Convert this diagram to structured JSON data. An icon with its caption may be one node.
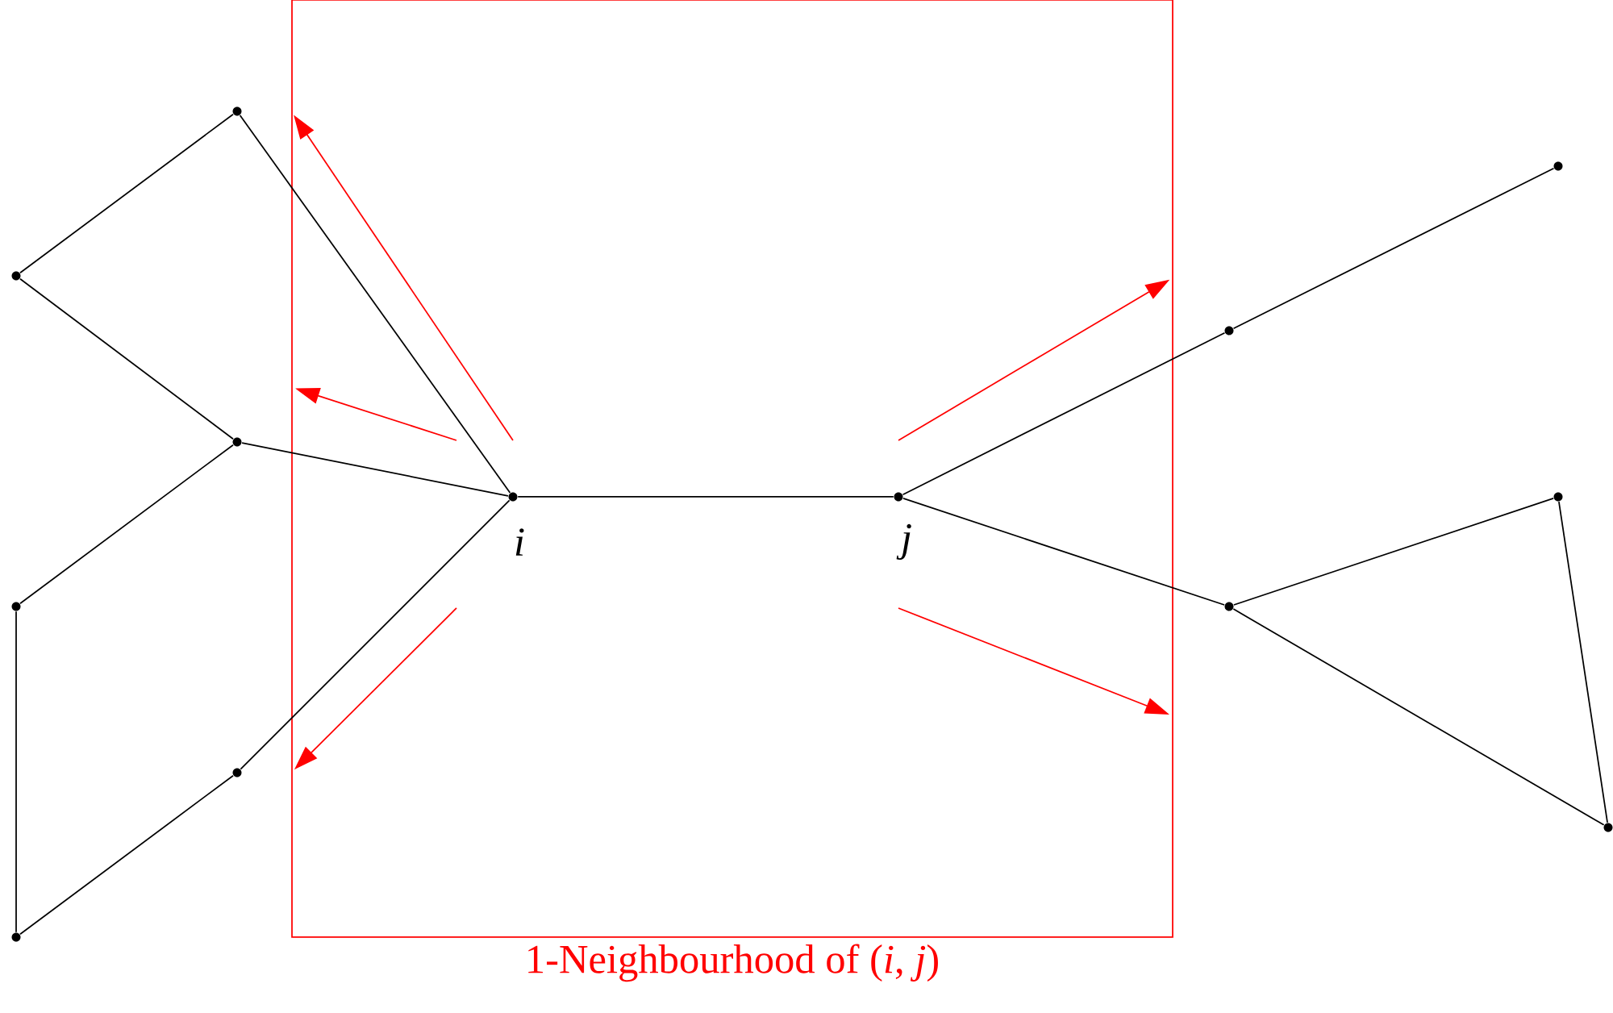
{
  "diagram": {
    "nodes": [
      {
        "text": [
          "1-Neighbourhood of (*i*, *j*)"
        ]
      },
      {
        "text": [],
        "shape": "circle"
      },
      {
        "text": [],
        "shape": "circle"
      },
      {
        "text": [],
        "shape": "circle"
      },
      {
        "text": [],
        "shape": "circle"
      },
      {
        "text": [],
        "shape": "circle"
      },
      {
        "text": [],
        "shape": "circle"
      },
      {
        "text": [],
        "shape": "circle",
        "in": 0,
        "beside": [
          "*i*"
        ]
      },
      {
        "text": [],
        "shape": "circle",
        "in": 0,
        "beside": [
          "*j*"
        ]
      },
      {
        "text": [],
        "shape": "circle"
      },
      {
        "text": [],
        "shape": "circle"
      },
      {
        "text": [],
        "shape": "circle"
      },
      {
        "text": [],
        "shape": "circle"
      },
      {
        "text": [],
        "shape": "circle"
      }
    ],
    "edges": [
      {
        "from": 4,
        "to": 1,
        "arrow": "none"
      },
      {
        "from": 1,
        "to": 5,
        "arrow": "none"
      },
      {
        "from": 4,
        "to": 7,
        "arrow": "none"
      },
      {
        "from": 5,
        "to": 7,
        "arrow": "none"
      },
      {
        "from": 5,
        "to": 2,
        "arrow": "none"
      },
      {
        "from": 2,
        "to": 3,
        "arrow": "none"
      },
      {
        "from": 3,
        "to": 6,
        "arrow": "none"
      },
      {
        "from": 6,
        "to": 7,
        "arrow": "none"
      },
      {
        "from": 7,
        "to": 8,
        "arrow": "none"
      },
      {
        "from": 8,
        "to": 9,
        "arrow": "none"
      },
      {
        "from": 9,
        "to": 11,
        "arrow": "none"
      },
      {
        "from": 8,
        "to": 10,
        "arrow": "none"
      },
      {
        "from": 10,
        "to": 12,
        "arrow": "none"
      },
      {
        "from": 12,
        "to": 13,
        "arrow": "none"
      },
      {
        "from": 10,
        "to": 13,
        "arrow": "none"
      },
      {
        "from": null,
        "to": 0,
        "arrow": "to",
        "color": "#ff0000"
      },
      {
        "from": null,
        "to": 0,
        "arrow": "to",
        "color": "#ff0000"
      },
      {
        "from": null,
        "to": 0,
        "arrow": "to",
        "color": "#ff0000"
      },
      {
        "from": null,
        "to": 0,
        "arrow": "to",
        "color": "#ff0000"
      },
      {
        "from": null,
        "to": 0,
        "arrow": "to",
        "color": "#ff0000"
      }
    ]
  }
}
